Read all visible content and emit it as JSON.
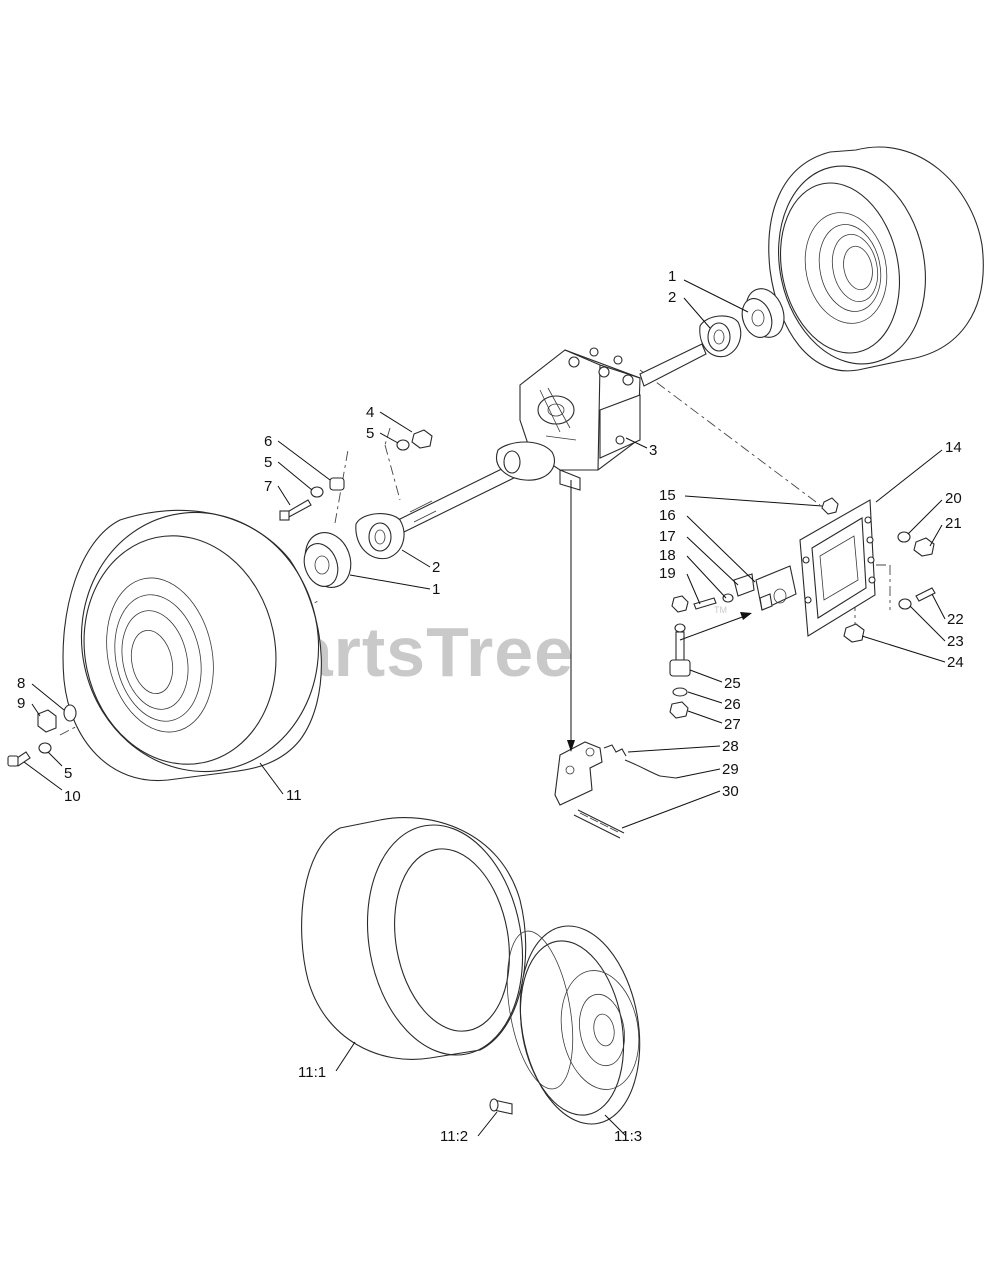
{
  "watermark": {
    "text": "PartsTree",
    "trademark": "TM"
  },
  "callouts": [
    {
      "id": "c1a",
      "label": "1"
    },
    {
      "id": "c2a",
      "label": "2"
    },
    {
      "id": "c3",
      "label": "3"
    },
    {
      "id": "c4",
      "label": "4"
    },
    {
      "id": "c5a",
      "label": "5"
    },
    {
      "id": "c6",
      "label": "6"
    },
    {
      "id": "c5b",
      "label": "5"
    },
    {
      "id": "c7",
      "label": "7"
    },
    {
      "id": "c2b",
      "label": "2"
    },
    {
      "id": "c1b",
      "label": "1"
    },
    {
      "id": "c8",
      "label": "8"
    },
    {
      "id": "c9",
      "label": "9"
    },
    {
      "id": "c5c",
      "label": "5"
    },
    {
      "id": "c10",
      "label": "10"
    },
    {
      "id": "c11",
      "label": "11"
    },
    {
      "id": "c14",
      "label": "14"
    },
    {
      "id": "c15",
      "label": "15"
    },
    {
      "id": "c20",
      "label": "20"
    },
    {
      "id": "c16",
      "label": "16"
    },
    {
      "id": "c21",
      "label": "21"
    },
    {
      "id": "c17",
      "label": "17"
    },
    {
      "id": "c18",
      "label": "18"
    },
    {
      "id": "c19",
      "label": "19"
    },
    {
      "id": "c22",
      "label": "22"
    },
    {
      "id": "c23",
      "label": "23"
    },
    {
      "id": "c24",
      "label": "24"
    },
    {
      "id": "c25",
      "label": "25"
    },
    {
      "id": "c26",
      "label": "26"
    },
    {
      "id": "c27",
      "label": "27"
    },
    {
      "id": "c28",
      "label": "28"
    },
    {
      "id": "c29",
      "label": "29"
    },
    {
      "id": "c30",
      "label": "30"
    },
    {
      "id": "c11-1",
      "label": "11:1"
    },
    {
      "id": "c11-2",
      "label": "11:2"
    },
    {
      "id": "c11-3",
      "label": "11:3"
    }
  ]
}
